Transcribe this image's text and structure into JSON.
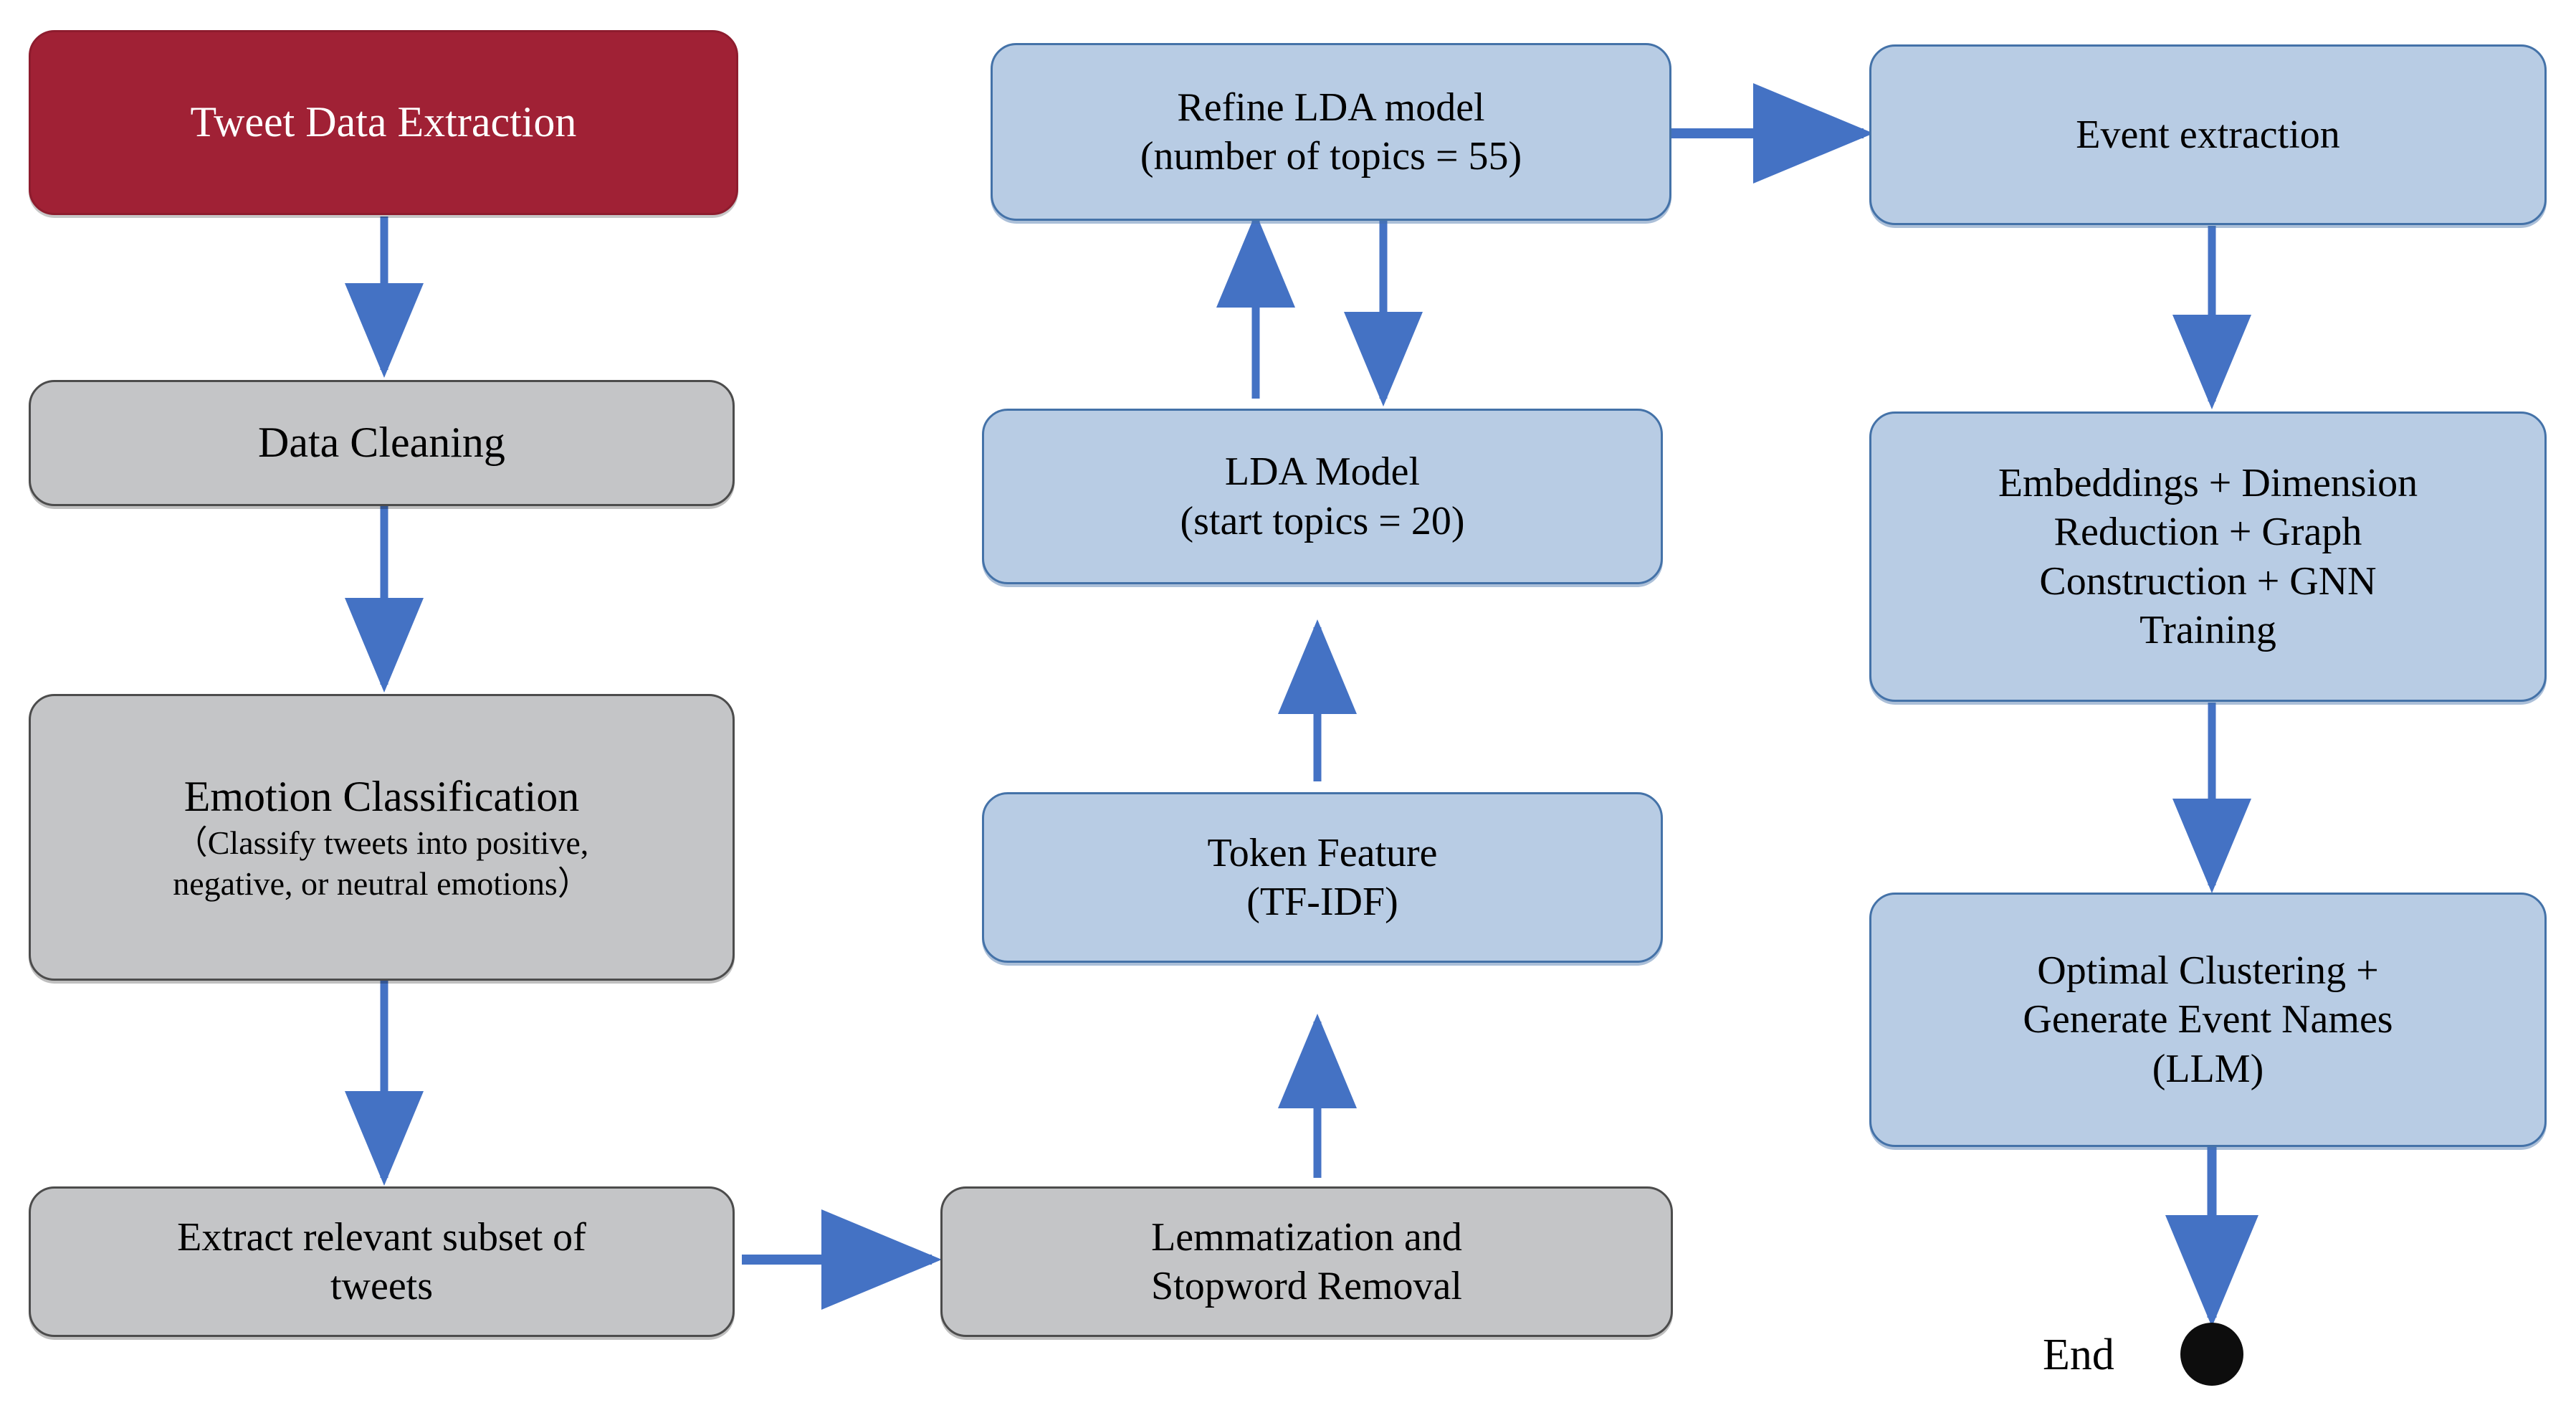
{
  "diagram": {
    "title": "Tweet analysis and event extraction pipeline flowchart",
    "colors": {
      "start_fill": "#a02135",
      "start_text": "#ffffff",
      "process_gray_fill": "#c4c5c7",
      "process_blue_fill": "#b8cce4",
      "blue_border": "#4472a8",
      "gray_border": "#4c4c4c",
      "arrow": "#4472c4",
      "end_dot": "#0d0d0d"
    }
  },
  "nodes": {
    "tweet_data_extraction": {
      "label": "Tweet Data Extraction",
      "type": "start",
      "fill": "#a02135"
    },
    "data_cleaning": {
      "label": "Data Cleaning",
      "type": "process",
      "fill": "#c4c5c7"
    },
    "emotion_classification": {
      "line1": "Emotion Classification",
      "line2": "（Classify tweets into positive,",
      "line3": "negative, or neutral emotions）",
      "type": "process",
      "fill": "#c4c5c7"
    },
    "extract_subset": {
      "line1": "Extract relevant subset of",
      "line2": "tweets",
      "type": "process",
      "fill": "#c4c5c7"
    },
    "lemmatization": {
      "line1": "Lemmatization and",
      "line2": "Stopword Removal",
      "type": "process",
      "fill": "#c4c5c7"
    },
    "token_feature": {
      "line1": "Token Feature",
      "line2": "(TF-IDF)",
      "type": "process",
      "fill": "#b8cce4"
    },
    "lda_model": {
      "line1": "LDA Model",
      "line2": "(start topics = 20)",
      "type": "process",
      "fill": "#b8cce4"
    },
    "refine_lda": {
      "line1": "Refine LDA model",
      "line2": "(number of topics = 55)",
      "type": "process",
      "fill": "#b8cce4"
    },
    "event_extraction": {
      "label": "Event extraction",
      "type": "process",
      "fill": "#b8cce4"
    },
    "embeddings_gnn": {
      "line1": "Embeddings + Dimension",
      "line2": "Reduction + Graph",
      "line3": "Construction + GNN",
      "line4": "Training",
      "type": "process",
      "fill": "#b8cce4"
    },
    "optimal_clustering": {
      "line1": "Optimal Clustering +",
      "line2": "Generate Event Names",
      "line3": "(LLM)",
      "type": "process",
      "fill": "#b8cce4"
    },
    "end": {
      "label": "End",
      "type": "terminator",
      "fill": "#0d0d0d"
    }
  },
  "edges": [
    {
      "from": "tweet_data_extraction",
      "to": "data_cleaning",
      "direction": "down"
    },
    {
      "from": "data_cleaning",
      "to": "emotion_classification",
      "direction": "down"
    },
    {
      "from": "emotion_classification",
      "to": "extract_subset",
      "direction": "down"
    },
    {
      "from": "extract_subset",
      "to": "lemmatization",
      "direction": "right"
    },
    {
      "from": "lemmatization",
      "to": "token_feature",
      "direction": "up"
    },
    {
      "from": "token_feature",
      "to": "lda_model",
      "direction": "up"
    },
    {
      "from": "lda_model",
      "to": "refine_lda",
      "direction": "up"
    },
    {
      "from": "refine_lda",
      "to": "lda_model",
      "direction": "down"
    },
    {
      "from": "refine_lda",
      "to": "event_extraction",
      "direction": "right"
    },
    {
      "from": "event_extraction",
      "to": "embeddings_gnn",
      "direction": "down"
    },
    {
      "from": "embeddings_gnn",
      "to": "optimal_clustering",
      "direction": "down"
    },
    {
      "from": "optimal_clustering",
      "to": "end",
      "direction": "down"
    }
  ]
}
